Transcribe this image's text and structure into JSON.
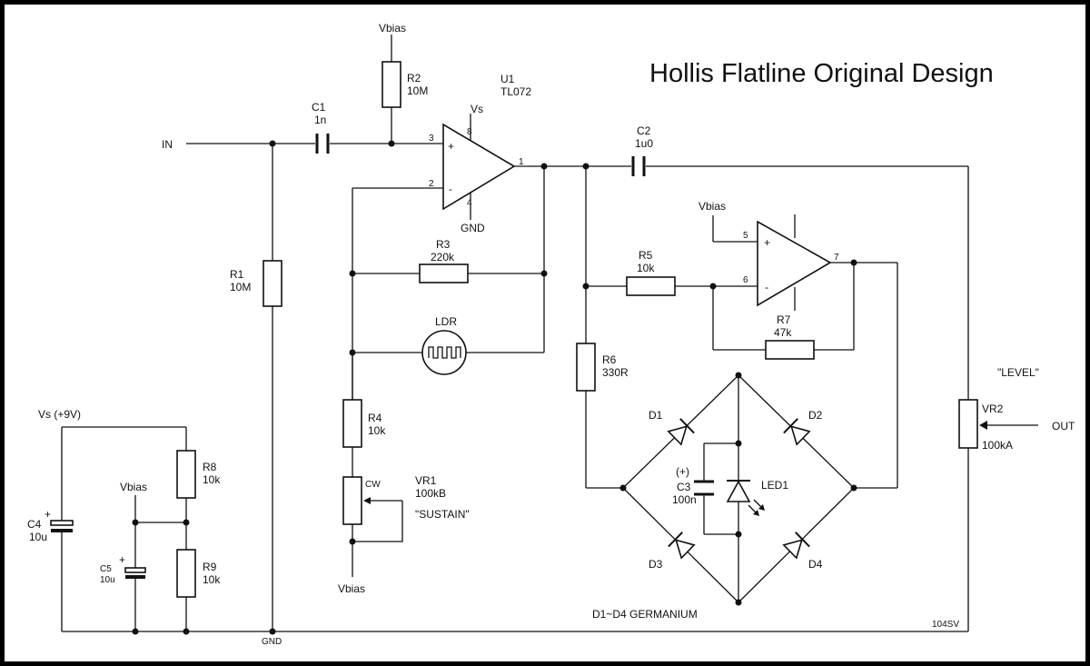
{
  "title": "Hollis Flatline Original Design",
  "footer_code": "104SV",
  "diode_note": "D1~D4 GERMANIUM",
  "nets": {
    "in": "IN",
    "out": "OUT",
    "gnd": "GND",
    "vbias": "Vbias",
    "vs": "Vs",
    "vs_supply": "Vs (+9V)",
    "level": "\"LEVEL\"",
    "sustain": "\"SUSTAIN\""
  },
  "components": {
    "c1": {
      "ref": "C1",
      "value": "1n"
    },
    "c2": {
      "ref": "C2",
      "value": "1u0"
    },
    "c3": {
      "ref": "C3",
      "value": "100n",
      "polarity": "(+)"
    },
    "c4": {
      "ref": "C4",
      "value": "10u"
    },
    "c5": {
      "ref": "C5",
      "value": "10u"
    },
    "r1": {
      "ref": "R1",
      "value": "10M"
    },
    "r2": {
      "ref": "R2",
      "value": "10M"
    },
    "r3": {
      "ref": "R3",
      "value": "220k"
    },
    "r4": {
      "ref": "R4",
      "value": "10k"
    },
    "r5": {
      "ref": "R5",
      "value": "10k"
    },
    "r6": {
      "ref": "R6",
      "value": "330R"
    },
    "r7": {
      "ref": "R7",
      "value": "47k"
    },
    "r8": {
      "ref": "R8",
      "value": "10k"
    },
    "r9": {
      "ref": "R9",
      "value": "10k"
    },
    "u1": {
      "ref": "U1",
      "value": "TL072"
    },
    "vr1": {
      "ref": "VR1",
      "value": "100kB",
      "cw": "CW"
    },
    "vr2": {
      "ref": "VR2",
      "value": "100kA"
    },
    "ldr": {
      "ref": "LDR"
    },
    "led1": {
      "ref": "LED1"
    },
    "d1": {
      "ref": "D1"
    },
    "d2": {
      "ref": "D2"
    },
    "d3": {
      "ref": "D3"
    },
    "d4": {
      "ref": "D4"
    }
  },
  "pins": {
    "p1": "1",
    "p2": "2",
    "p3": "3",
    "p4": "4",
    "p5": "5",
    "p6": "6",
    "p7": "7",
    "p8": "8",
    "plus": "+",
    "minus": "-"
  }
}
